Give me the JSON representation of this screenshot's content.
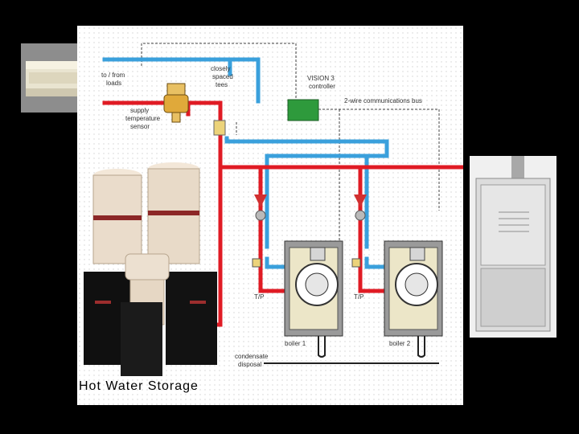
{
  "header": {
    "caption": ""
  },
  "side_caption": {
    "line1": "",
    "line2": ""
  },
  "diagram": {
    "labels": {
      "to_from_loads_1": "to / from",
      "to_from_loads_2": "loads",
      "supply_sensor_1": "supply",
      "supply_sensor_2": "temperature",
      "supply_sensor_3": "sensor",
      "closely_spaced_1": "closely",
      "closely_spaced_2": "spaced",
      "closely_spaced_3": "tees",
      "vision_1": "VISION 3",
      "vision_2": "controller",
      "comm_bus": "2-wire communications bus",
      "boiler_1": "boiler 1",
      "boiler_2": "boiler 2",
      "condensate_1": "condensate",
      "condensate_2": "disposal",
      "tp_1": "T/P",
      "tp_2": "T/P"
    },
    "storage_label": "Hot Water Storage"
  },
  "colors": {
    "supply": "#e01b24",
    "return": "#3aa0dc",
    "controller": "#2e9a3c",
    "background": "#000000"
  }
}
